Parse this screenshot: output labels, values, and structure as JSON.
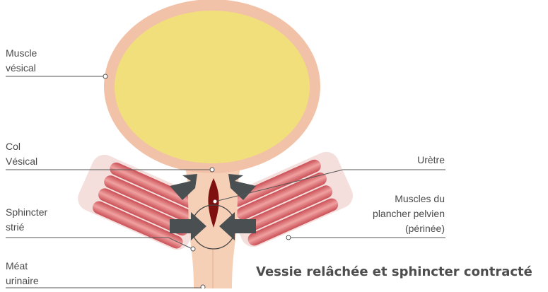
{
  "labels": {
    "muscle_vesical": [
      "Muscle",
      "vésical"
    ],
    "col_vesical": [
      "Col",
      "Vésical"
    ],
    "sphincter_strie": [
      "Sphincter",
      "strié"
    ],
    "meat_urinaire": [
      "Méat",
      "urinaire"
    ],
    "uretre": [
      "Urètre"
    ],
    "muscles_plancher": [
      "Muscles du",
      "plancher pelvien",
      "(périnée)"
    ]
  },
  "caption": "Vessie relâchée et sphincter contracté",
  "colors": {
    "bladder_wall": "#f1c2a8",
    "bladder_content": "#f1df7c",
    "urethra": "#f6d0b6",
    "urethra_lumen": "#7e1010",
    "muscle_fiber": "#d96b6f",
    "arrow": "#4a4f52",
    "leader_line": "#555555"
  }
}
